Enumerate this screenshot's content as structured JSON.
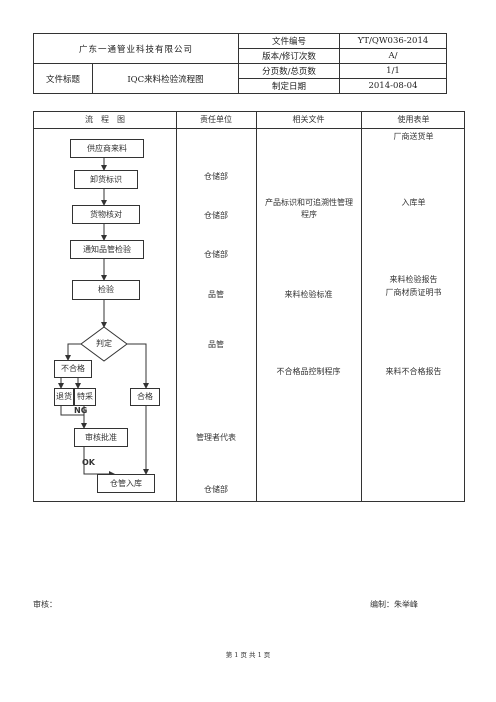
{
  "header": {
    "company": "广东一通管业科技有限公司",
    "title_label": "文件标题",
    "title_value": "IQC来料检验流程图",
    "fields": [
      {
        "label": "文件编号",
        "value": "YT/QW036-2014"
      },
      {
        "label": "版本/修订次数",
        "value": "A/"
      },
      {
        "label": "分页数/总页数",
        "value": "1/1"
      },
      {
        "label": "制定日期",
        "value": "2014-08-04"
      }
    ]
  },
  "columns": {
    "flow": "流　程　图",
    "dept": "责任单位",
    "docs": "相关文件",
    "forms": "使用表单"
  },
  "flow": {
    "supplier": "供应商来料",
    "unload": "卸货标识",
    "verify": "货物核对",
    "notify": "通知品管检验",
    "inspect": "检验",
    "judge": "判定",
    "ng_box": "不合格",
    "return": "退货",
    "special": "特采",
    "pass": "合格",
    "ng": "NG",
    "approve": "审核批准",
    "ok": "OK",
    "warehouse": "仓管入库"
  },
  "depts": [
    "仓储部",
    "仓储部",
    "仓储部",
    "品管",
    "品管",
    "管理者代表",
    "仓储部"
  ],
  "docs": [
    "产品标识和可追溯性管理程序",
    "来料检验标准",
    "不合格品控制程序"
  ],
  "forms": [
    "厂商送货单",
    "入库单",
    "来料检验报告",
    "厂商材质证明书",
    "来料不合格报告"
  ],
  "footer": {
    "review": "审核：",
    "author": "编制：朱举峰",
    "page": "第 1 页 共 1 页"
  }
}
